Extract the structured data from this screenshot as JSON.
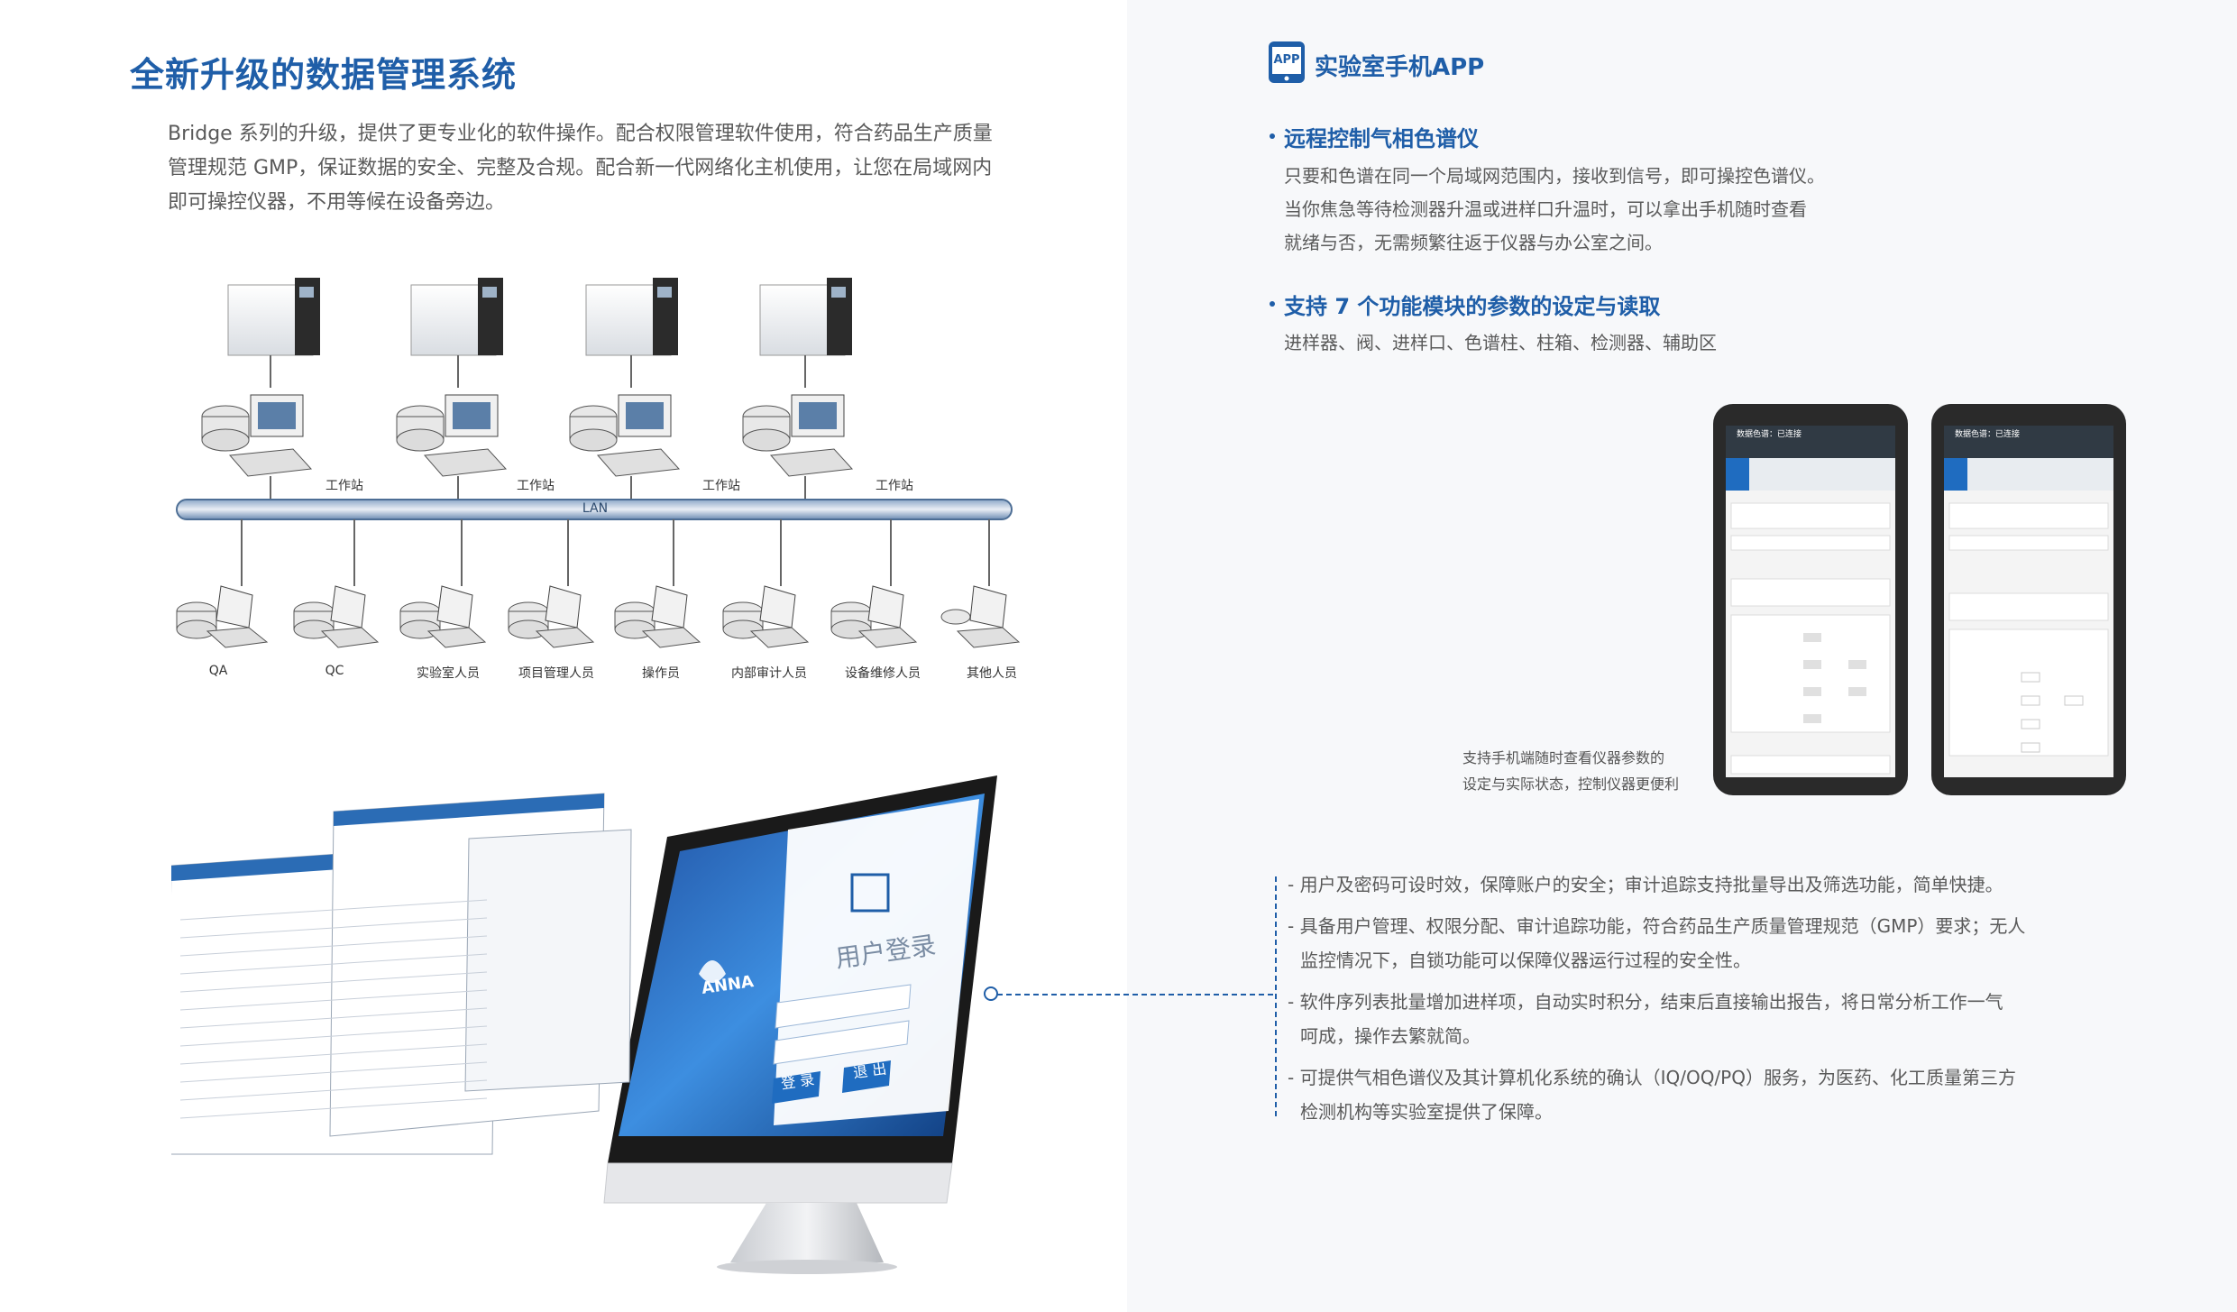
{
  "left": {
    "title": "全新升级的数据管理系统",
    "paragraph": [
      "Bridge 系列的升级，提供了更专业化的软件操作。配合权限管理软件使用，符合药品生产质量",
      "管理规范 GMP，保证数据的安全、完整及合规。配合新一代网络化主机使用，让您在局域网内",
      "即可操控仪器，不用等候在设备旁边。"
    ],
    "diagram": {
      "workstation_label": "工作站",
      "lan_label": "LAN",
      "clients": [
        "QA",
        "QC",
        "实验室人员",
        "项目管理人员",
        "操作员",
        "内部审计人员",
        "设备维修人员",
        "其他人员"
      ]
    },
    "login": {
      "title": "用户登录",
      "brand": "ANNA",
      "btn_login": "登 录",
      "btn_exit": "退 出"
    }
  },
  "right": {
    "app_badge": "APP",
    "app_title": "实验室手机APP",
    "section1": {
      "heading": "远程控制气相色谱仪",
      "lines": [
        "只要和色谱在同一个局域网范围内，接收到信号，即可操控色谱仪。",
        "当你焦急等待检测器升温或进样口升温时，可以拿出手机随时查看",
        "就绪与否，无需频繁往返于仪器与办公室之间。"
      ]
    },
    "section2": {
      "heading": "支持 7 个功能模块的参数的设定与读取",
      "line": "进样器、阀、进样口、色谱柱、柱箱、检测器、辅助区"
    },
    "phone_caption": [
      "支持手机端随时查看仪器参数的",
      "设定与实际状态，控制仪器更便利"
    ],
    "phone_status": "数据色谱：已连接",
    "bullets": [
      [
        "- 用户及密码可设时效，保障账户的安全；审计追踪支持批量导出及筛选功能，简单快捷。"
      ],
      [
        "- 具备用户管理、权限分配、审计追踪功能，符合药品生产质量管理规范（GMP）要求；无人",
        "监控情况下，自锁功能可以保障仪器运行过程的安全性。"
      ],
      [
        "- 软件序列表批量增加进样项，自动实时积分，结束后直接输出报告，将日常分析工作一气",
        "呵成，操作去繁就简。"
      ],
      [
        "- 可提供气相色谱仪及其计算机化系统的确认（IQ/OQ/PQ）服务，为医药、化工质量第三方",
        "检测机构等实验室提供了保障。"
      ]
    ]
  },
  "colors": {
    "accent": "#1f5ea8",
    "text": "#5a5a5a",
    "right_bg": "#f7f8fa"
  }
}
